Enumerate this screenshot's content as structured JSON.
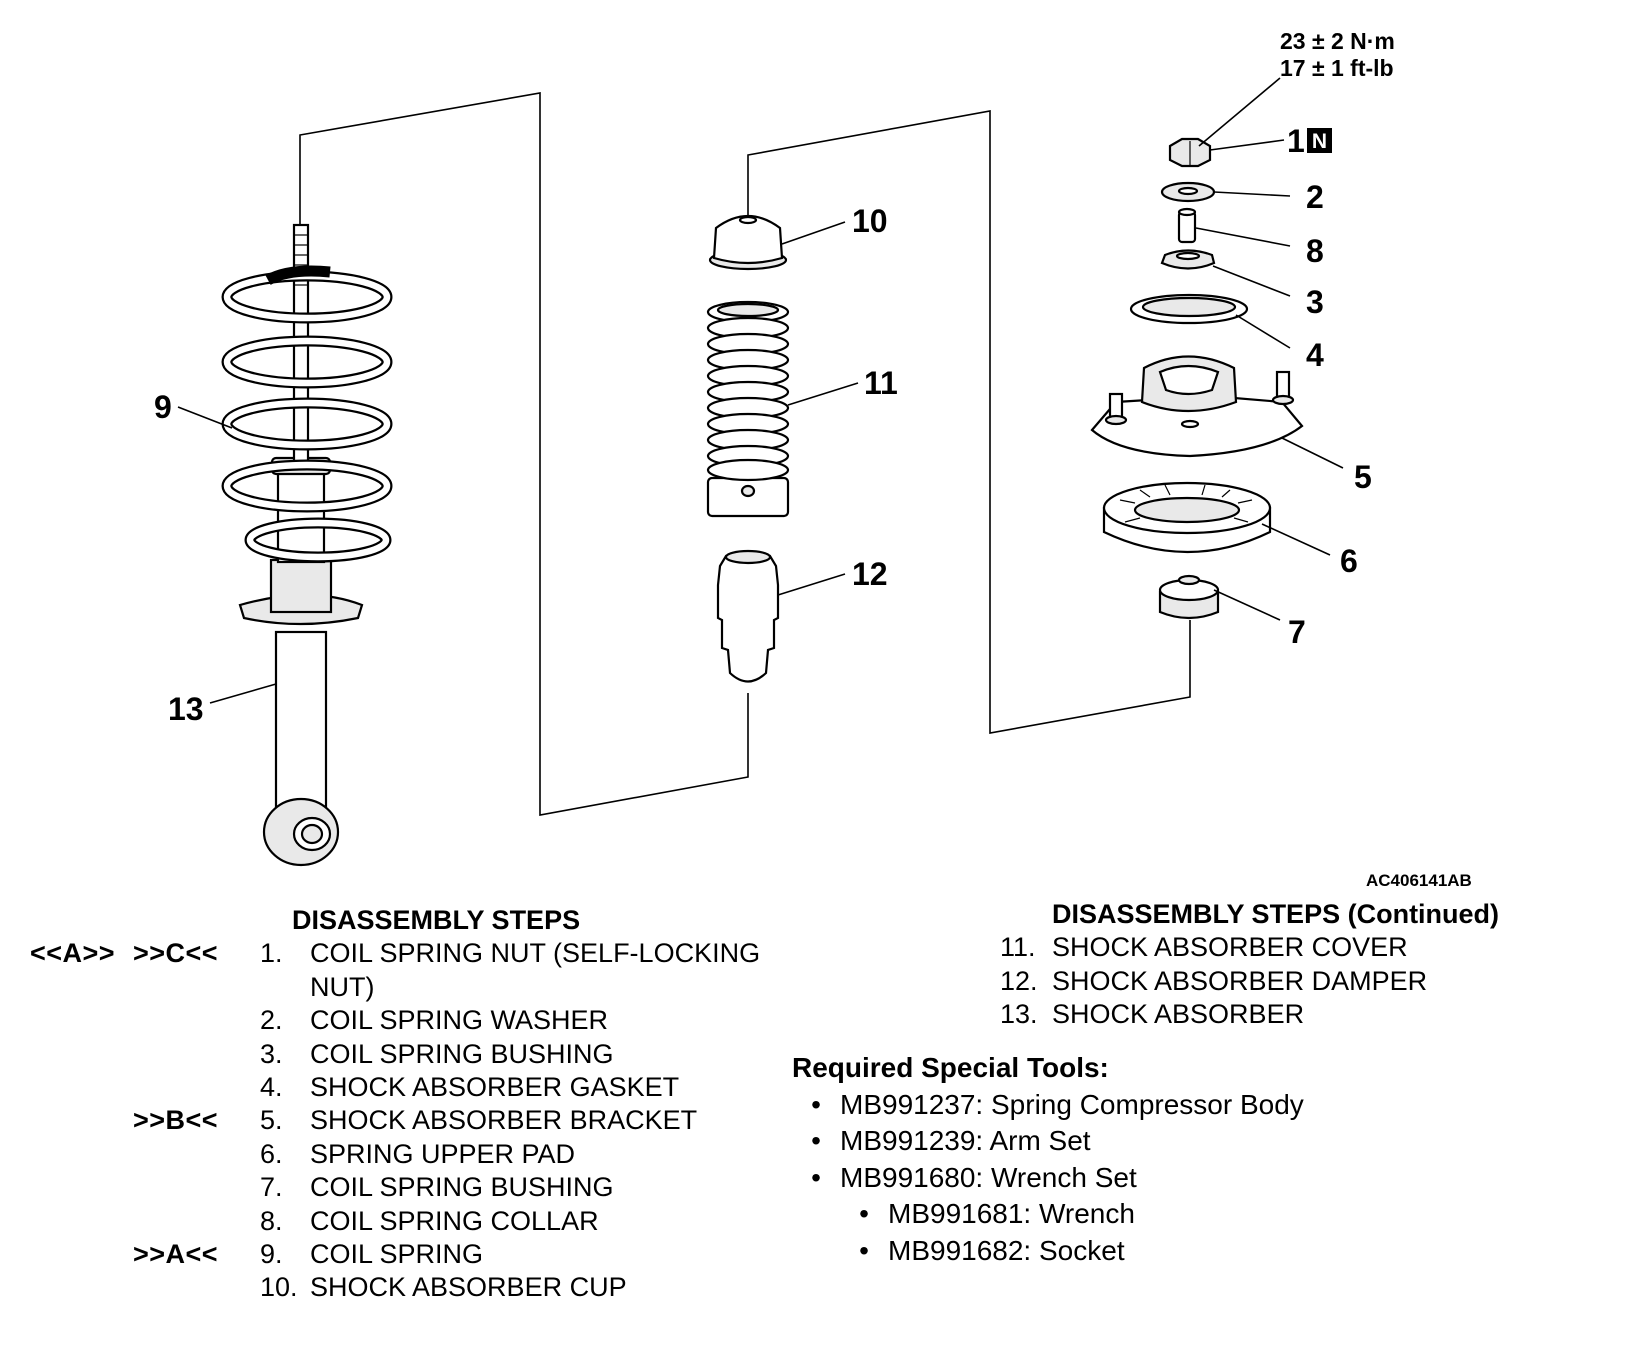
{
  "figure": {
    "torque": {
      "metric": "23 ± 2 N·m",
      "imperial": "17 ± 1 ft-lb"
    },
    "callouts": [
      "1",
      "2",
      "3",
      "4",
      "5",
      "6",
      "7",
      "8",
      "9",
      "10",
      "11",
      "12",
      "13"
    ],
    "new_part_badge": "N",
    "figure_id": "AC406141AB"
  },
  "disassembly": {
    "heading": "DISASSEMBLY STEPS",
    "steps": [
      {
        "markers": [
          "<<A>>",
          ">>C<<"
        ],
        "number": "1.",
        "label": "COIL SPRING NUT (SELF-LOCKING NUT)"
      },
      {
        "markers": [
          "",
          ""
        ],
        "number": "2.",
        "label": "COIL SPRING WASHER"
      },
      {
        "markers": [
          "",
          ""
        ],
        "number": "3.",
        "label": "COIL SPRING BUSHING"
      },
      {
        "markers": [
          "",
          ""
        ],
        "number": "4.",
        "label": "SHOCK ABSORBER GASKET"
      },
      {
        "markers": [
          "",
          ">>B<<"
        ],
        "number": "5.",
        "label": "SHOCK ABSORBER BRACKET"
      },
      {
        "markers": [
          "",
          ""
        ],
        "number": "6.",
        "label": "SPRING UPPER PAD"
      },
      {
        "markers": [
          "",
          ""
        ],
        "number": "7.",
        "label": "COIL SPRING BUSHING"
      },
      {
        "markers": [
          "",
          ""
        ],
        "number": "8.",
        "label": "COIL SPRING COLLAR"
      },
      {
        "markers": [
          "",
          ">>A<<"
        ],
        "number": "9.",
        "label": "COIL SPRING"
      },
      {
        "markers": [
          "",
          ""
        ],
        "number": "10.",
        "label": "SHOCK ABSORBER CUP"
      }
    ]
  },
  "disassembly_continued": {
    "heading": "DISASSEMBLY STEPS (Continued)",
    "steps": [
      {
        "number": "11.",
        "label": "SHOCK ABSORBER COVER"
      },
      {
        "number": "12.",
        "label": "SHOCK ABSORBER DAMPER"
      },
      {
        "number": "13.",
        "label": "SHOCK ABSORBER"
      }
    ]
  },
  "special_tools": {
    "heading": "Required Special Tools:",
    "bullet": "•",
    "items": [
      "MB991237: Spring Compressor Body",
      "MB991239: Arm Set",
      "MB991680: Wrench Set"
    ],
    "sub_items": [
      "MB991681: Wrench",
      "MB991682: Socket"
    ]
  }
}
